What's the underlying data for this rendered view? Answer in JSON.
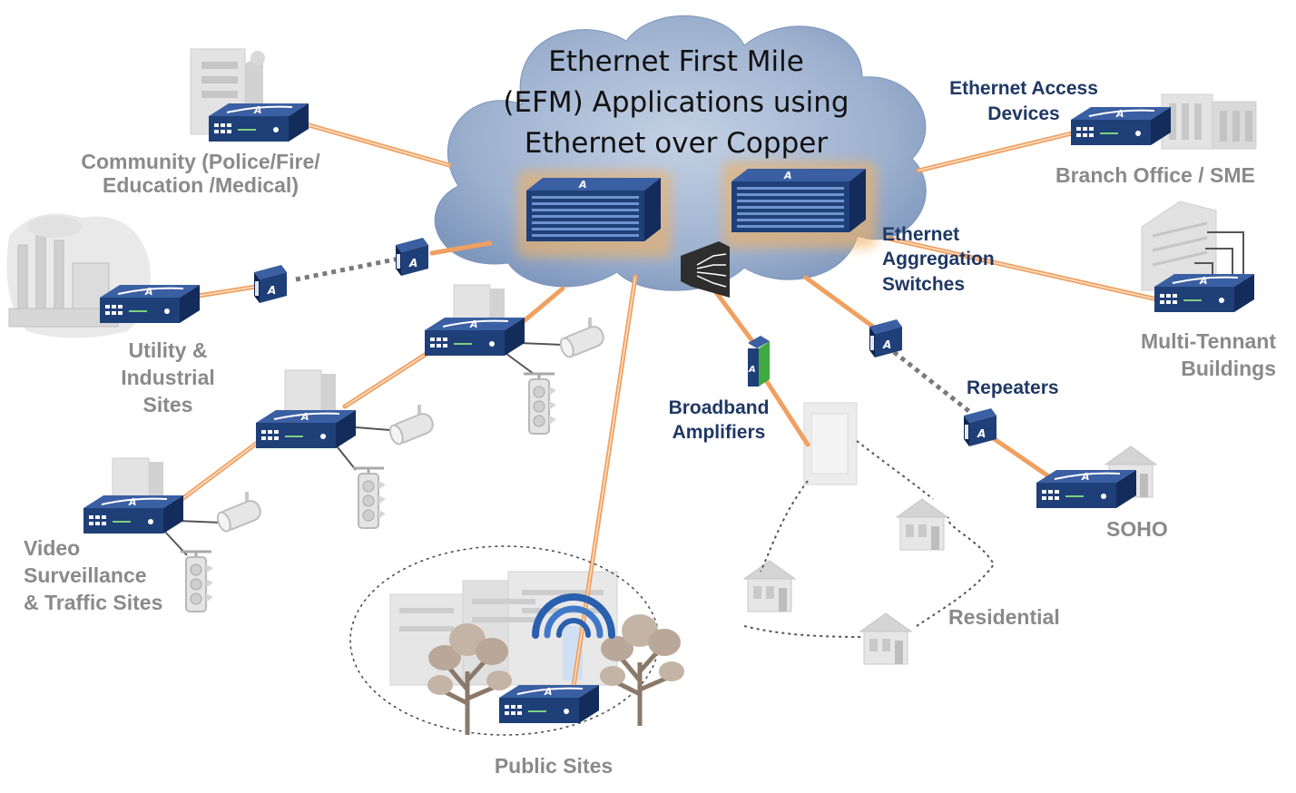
{
  "cloud": {
    "title_line_1": "Ethernet First Mile",
    "title_line_2": "(EFM) Applications using",
    "title_line_3": "Ethernet over Copper"
  },
  "labels": {
    "community_line_1": "Community (Police/Fire/",
    "community_line_2": "Education /Medical)",
    "utility_line_1": "Utility &",
    "utility_line_2": "Industrial",
    "utility_line_3": "Sites",
    "video_line_1": "Video",
    "video_line_2": "Surveillance",
    "video_line_3": "& Traffic Sites",
    "public_sites": "Public Sites",
    "broadband_line_1": "Broadband",
    "broadband_line_2": "Amplifiers",
    "residential": "Residential",
    "access_line_1": "Ethernet Access",
    "access_line_2": "Devices",
    "branch_office": "Branch Office / SME",
    "aggregation_line_1": "Ethernet",
    "aggregation_line_2": "Aggregation",
    "aggregation_line_3": "Switches",
    "multi_tenant_line_1": "Multi-Tennant",
    "multi_tenant_line_2": "Buildings",
    "repeaters": "Repeaters",
    "soho": "SOHO"
  },
  "colors": {
    "cloud_fill": "#8fa6c8",
    "cloud_highlight": "#c3d1e4",
    "link_orange": "#f0a060",
    "device_navy": "#1f3f78",
    "navy_label": "#1f3864",
    "grey_label": "#8a8a8a",
    "wifi_blue": "#2a5fae",
    "amplifier_green": "#3faa3f"
  },
  "icons": [
    "logo-a-icon",
    "building-icon",
    "factory-icon",
    "camera-icon",
    "traffic-light-icon",
    "house-icon",
    "tree-icon",
    "wifi-icon",
    "splitter-icon",
    "cabinet-icon"
  ]
}
